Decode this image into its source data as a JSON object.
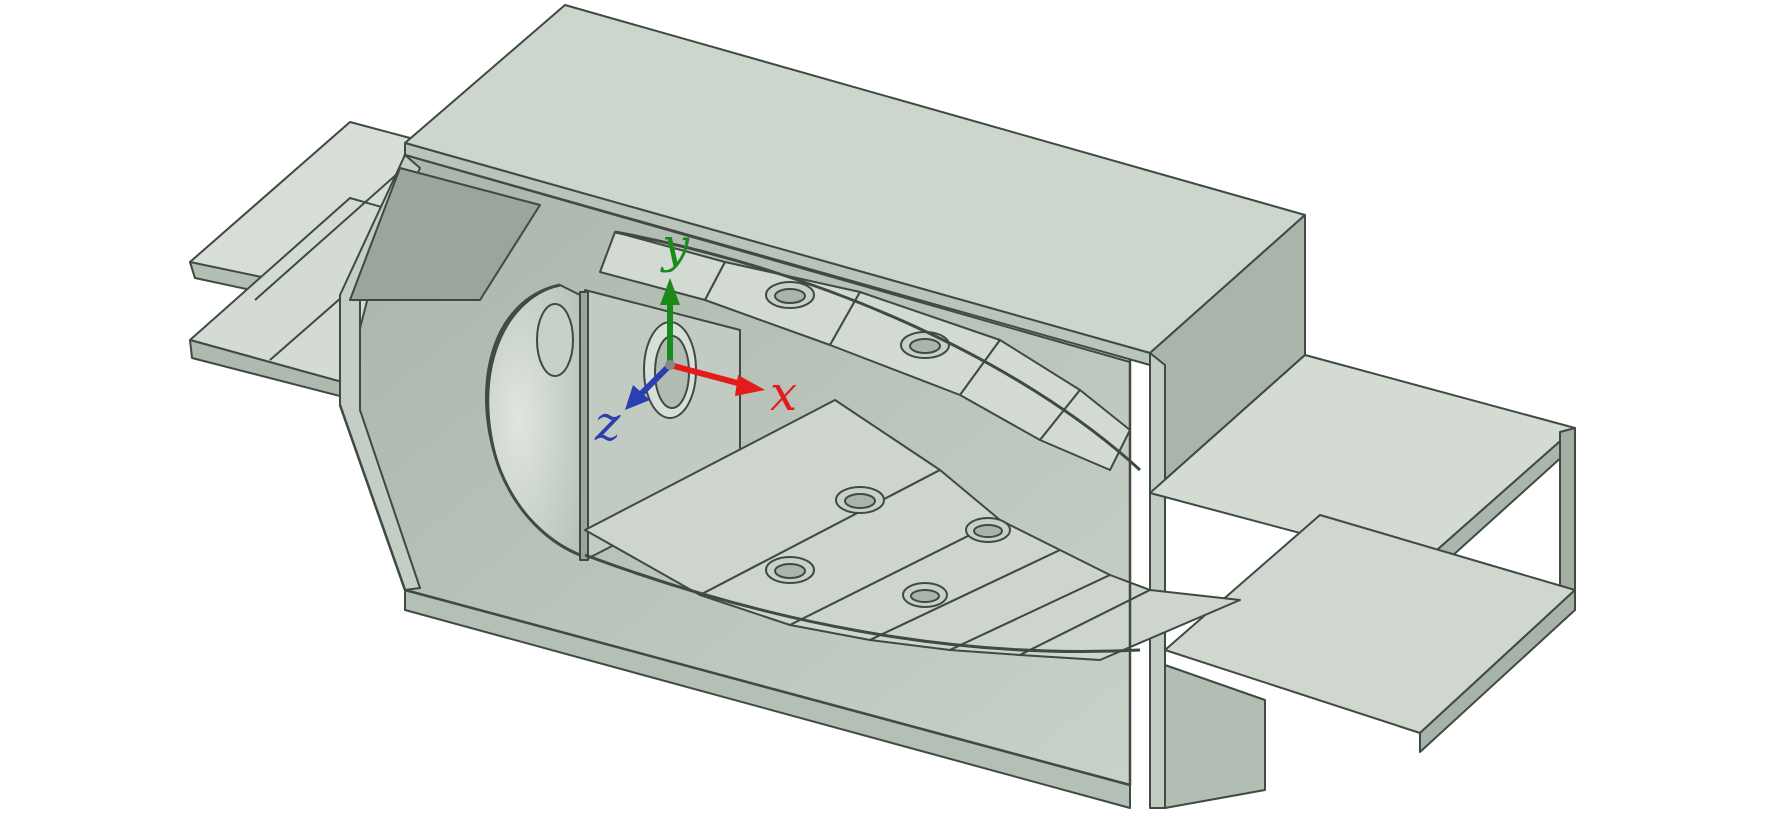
{
  "figure": {
    "description_visible": false,
    "colors": {
      "background": "#ffffff",
      "body": "#cbd5cb",
      "body_light": "#d9e1d9",
      "body_mid": "#bcc7bd",
      "body_dark": "#a6b2a7",
      "interior": "#b9c4ba",
      "edge": "#3e4a42"
    }
  },
  "axes": {
    "x": {
      "label": "x",
      "color": "#e31b1b"
    },
    "y": {
      "label": "y",
      "color": "#1a8a1a"
    },
    "z": {
      "label": "z",
      "color": "#2b3fb0"
    }
  }
}
